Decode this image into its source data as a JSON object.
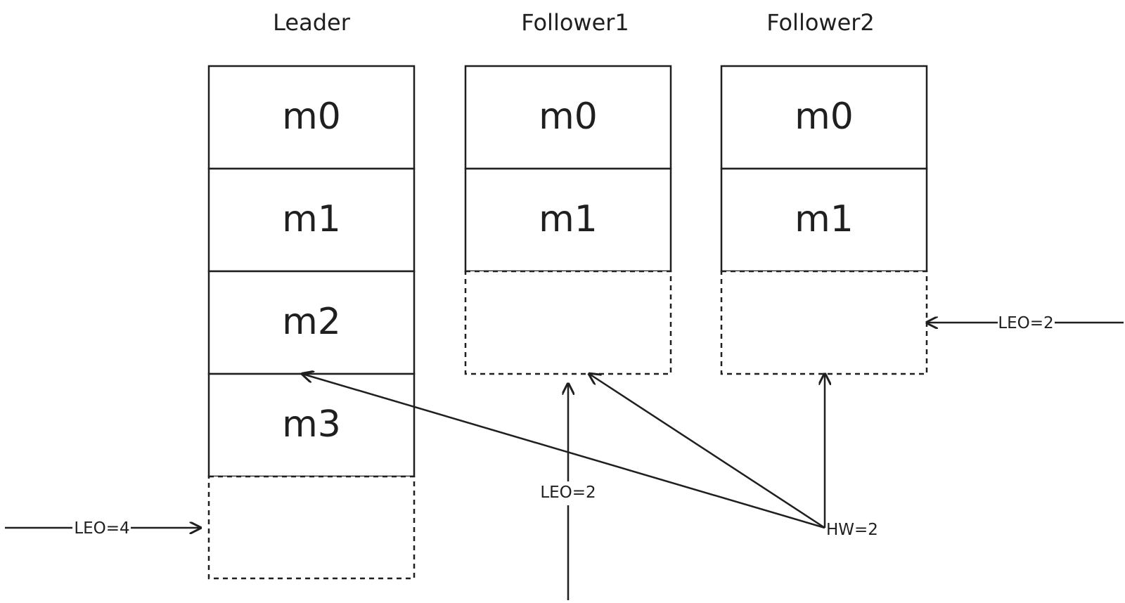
{
  "columns": {
    "leader": {
      "title": "Leader",
      "messages": [
        "m0",
        "m1",
        "m2",
        "m3"
      ]
    },
    "follower1": {
      "title": "Follower1",
      "messages": [
        "m0",
        "m1"
      ]
    },
    "follower2": {
      "title": "Follower2",
      "messages": [
        "m0",
        "m1"
      ]
    }
  },
  "markers": {
    "leader_leo": "LEO=4",
    "follower1_leo": "LEO=2",
    "follower2_leo": "LEO=2",
    "high_watermark": "HW=2"
  }
}
